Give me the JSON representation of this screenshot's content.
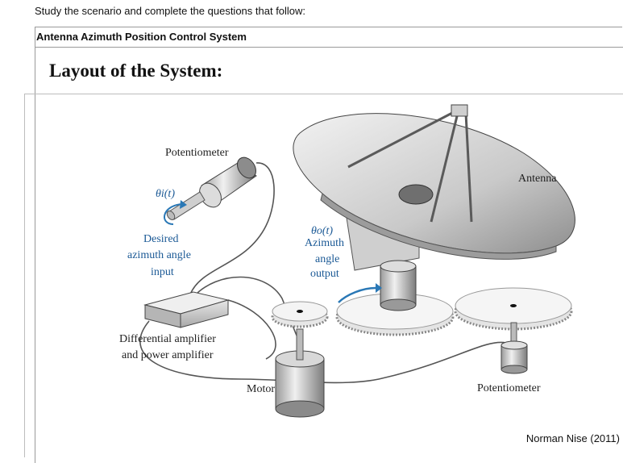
{
  "intro_text": "Study the scenario and complete the questions that follow:",
  "box_title": "Antenna Azimuth Position Control System",
  "layout_title": "Layout of the System:",
  "diagram": {
    "potentiometer_top": "Potentiometer",
    "theta_i": "θi(t)",
    "desired_line1": "Desired",
    "desired_line2": "azimuth angle",
    "desired_line3": "input",
    "amp_line1": "Differential amplifier",
    "amp_line2": "and power amplifier",
    "motor": "Motor",
    "theta_o": "θo(t)",
    "azimuth_line1": "Azimuth",
    "azimuth_line2": "angle",
    "azimuth_line3": "output",
    "antenna": "Antenna",
    "potentiometer_bottom": "Potentiometer"
  },
  "credit": "Norman Nise (2011)"
}
